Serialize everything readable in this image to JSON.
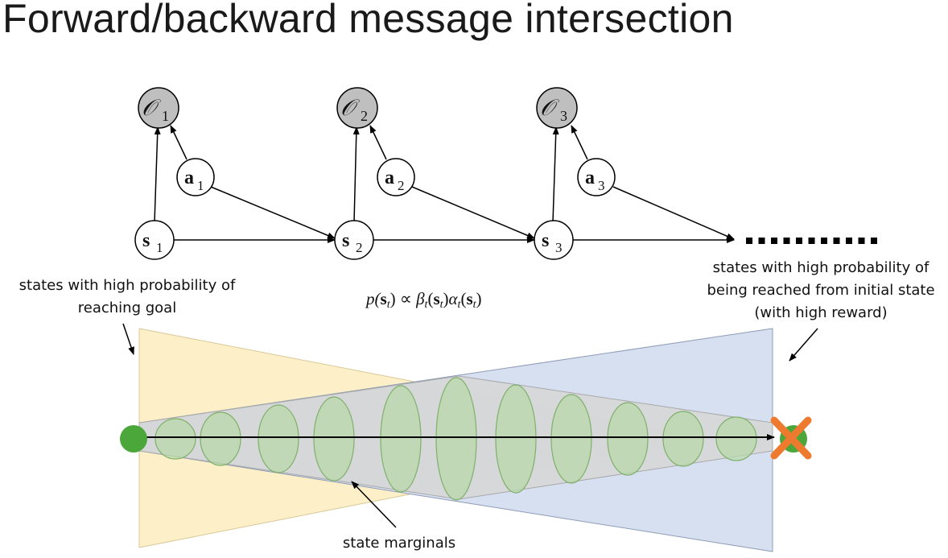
{
  "slide": {
    "title": "Forward/backward message intersection"
  },
  "graph": {
    "observations": [
      {
        "symbol": "𝒪",
        "sub": "1"
      },
      {
        "symbol": "𝒪",
        "sub": "2"
      },
      {
        "symbol": "𝒪",
        "sub": "3"
      }
    ],
    "actions": [
      {
        "symbol": "a",
        "sub": "1"
      },
      {
        "symbol": "a",
        "sub": "2"
      },
      {
        "symbol": "a",
        "sub": "3"
      }
    ],
    "states": [
      {
        "symbol": "s",
        "sub": "1"
      },
      {
        "symbol": "s",
        "sub": "2"
      },
      {
        "symbol": "s",
        "sub": "3"
      }
    ],
    "continuation": "…"
  },
  "formula": {
    "p": "p(",
    "s": "s",
    "t": "t",
    "close_prop": ") ∝ ",
    "beta": "β",
    "open": "(",
    "close": ")",
    "alpha": "α"
  },
  "annotations": {
    "left_line1": "states with high probability of",
    "left_line2": "reaching goal",
    "right_line1": "states with high probability of",
    "right_line2": "being reached from initial state",
    "right_line3": "(with high reward)",
    "bottom": "state marginals"
  },
  "colors": {
    "backward_region": "#fdf0c8",
    "backward_edge": "#d8c898",
    "forward_region": "#d3ddef",
    "forward_edge": "#8d9cb5",
    "marginal_fill": "#b8d9a8",
    "marginal_stroke": "#7fb06a",
    "start_dot": "#4ca73a",
    "goal_cross": "#ee7a2f",
    "observed_node": "#bfbfbf"
  },
  "icons": {
    "start": "start-dot-icon",
    "goal": "goal-cross-icon"
  }
}
